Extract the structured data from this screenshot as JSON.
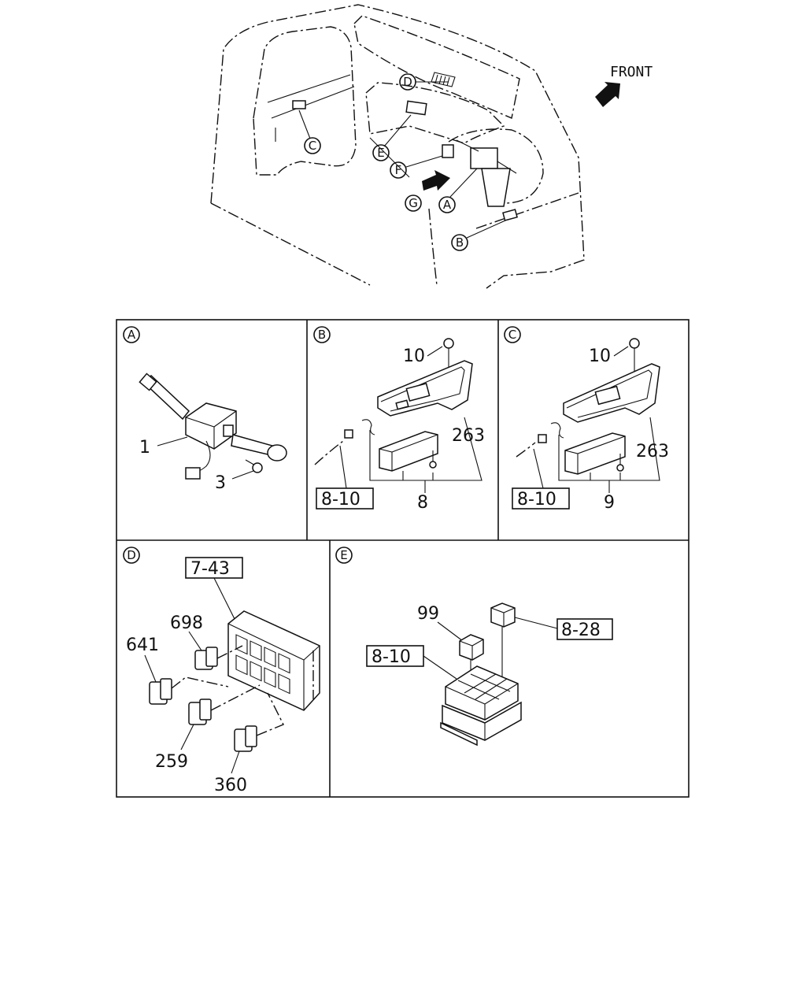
{
  "overview": {
    "front_label": "FRONT",
    "callouts": [
      "A",
      "B",
      "C",
      "D",
      "E",
      "F",
      "G"
    ]
  },
  "panels": {
    "a": {
      "letter": "A",
      "part_nums": [
        "1",
        "3"
      ]
    },
    "b": {
      "letter": "B",
      "part_nums": [
        "10",
        "263",
        "8"
      ],
      "ref_box": "8-10"
    },
    "c": {
      "letter": "C",
      "part_nums": [
        "10",
        "263",
        "9"
      ],
      "ref_box": "8-10"
    },
    "d": {
      "letter": "D",
      "part_nums": [
        "698",
        "641",
        "259",
        "360"
      ],
      "ref_box": "7-43"
    },
    "e": {
      "letter": "E",
      "part_nums": [
        "99"
      ],
      "ref_boxes": [
        "8-28",
        "8-10"
      ]
    }
  }
}
